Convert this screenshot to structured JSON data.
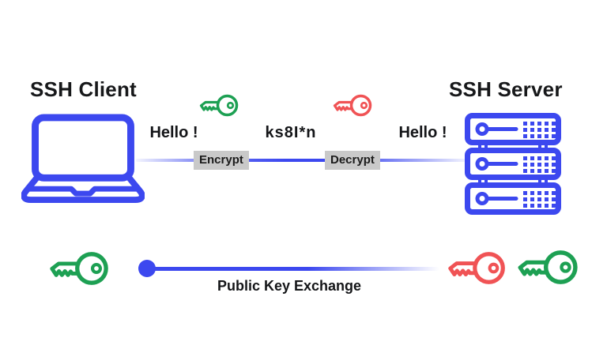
{
  "client": {
    "title": "SSH Client"
  },
  "server": {
    "title": "SSH Server"
  },
  "flow": {
    "message_sent": "Hello !",
    "encrypt_label": "Encrypt",
    "ciphertext": "ks8I*n",
    "decrypt_label": "Decrypt",
    "message_received": "Hello !"
  },
  "exchange": {
    "label": "Public Key Exchange"
  },
  "icons": {
    "client": "laptop-icon",
    "server": "server-rack-icon",
    "encrypt_key": "green-key-icon",
    "decrypt_key": "red-key-icon",
    "client_public_key": "green-key-icon",
    "server_keys": [
      "red-key-icon",
      "green-key-icon"
    ]
  },
  "colors": {
    "blue": "#3c48ef",
    "green": "#1da053",
    "red": "#f05355",
    "text": "#17181a",
    "chip-bg": "#c9c9c9"
  }
}
